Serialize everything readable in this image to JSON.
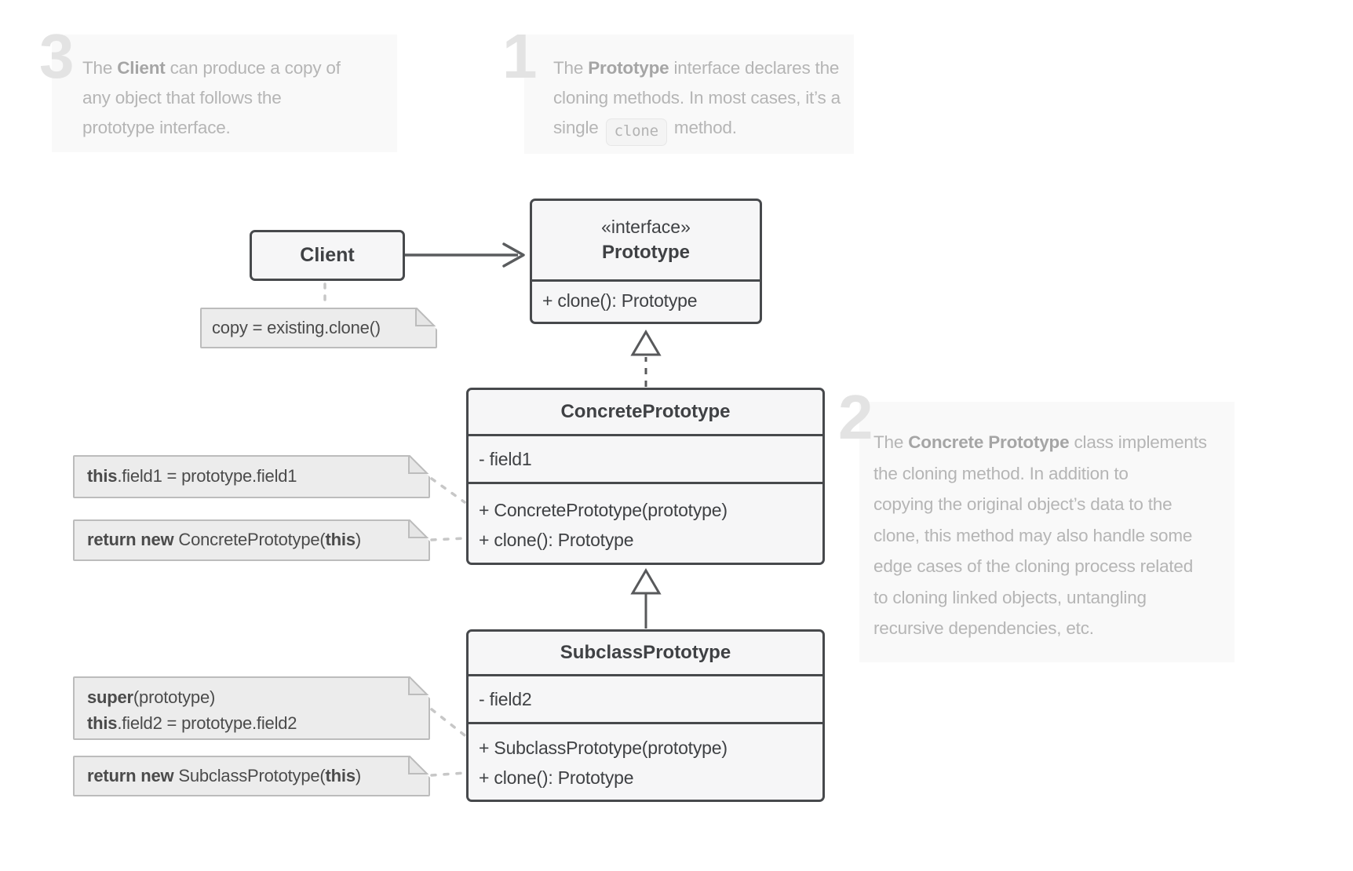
{
  "colors": {
    "page_bg": "#ffffff",
    "annotation_bg": "#f9f9f9",
    "annotation_number": "#e3e3e3",
    "annotation_text": "#b5b5b5",
    "annotation_bold_text": "#a5a5a5",
    "code_chip_bg": "#f4f4f4",
    "code_chip_border": "#e7e7e7",
    "class_border": "#47494c",
    "class_fill": "#f6f6f7",
    "class_text": "#3f4144",
    "note_fill": "#ececec",
    "note_border": "#bcbcbc",
    "note_text": "#4b4b4b",
    "note_connector": "#c7c7c7",
    "arrow": "#5a5c5e"
  },
  "annotations": {
    "a1": {
      "number": "1",
      "segments": [
        {
          "t": "The "
        },
        {
          "t": "Prototype",
          "b": true
        },
        {
          "t": " interface declares the"
        },
        {
          "br": true
        },
        {
          "t": "cloning methods. In most cases, it’s a"
        },
        {
          "br": true
        },
        {
          "t": "single "
        },
        {
          "t": "clone",
          "code": true
        },
        {
          "t": " method."
        }
      ]
    },
    "a2": {
      "number": "2",
      "segments": [
        {
          "t": "The "
        },
        {
          "t": "Concrete Prototype",
          "b": true
        },
        {
          "t": " class implements"
        },
        {
          "br": true
        },
        {
          "t": "the cloning method. In addition to"
        },
        {
          "br": true
        },
        {
          "t": "copying the original object’s data to the"
        },
        {
          "br": true
        },
        {
          "t": "clone, this method may also handle some"
        },
        {
          "br": true
        },
        {
          "t": "edge cases of the cloning process related"
        },
        {
          "br": true
        },
        {
          "t": "to cloning linked objects, untangling"
        },
        {
          "br": true
        },
        {
          "t": "recursive dependencies, etc."
        }
      ]
    },
    "a3": {
      "number": "3",
      "segments": [
        {
          "t": "The "
        },
        {
          "t": "Client",
          "b": true
        },
        {
          "t": " can produce a copy of"
        },
        {
          "br": true
        },
        {
          "t": "any object that follows the"
        },
        {
          "br": true
        },
        {
          "t": "prototype interface."
        }
      ]
    }
  },
  "classes": {
    "client": {
      "name": "Client"
    },
    "prototype": {
      "stereotype": "«interface»",
      "name": "Prototype",
      "methods": [
        "+ clone(): Prototype"
      ]
    },
    "concrete_prototype": {
      "name": "ConcretePrototype",
      "fields": [
        "- field1"
      ],
      "methods": [
        "+ ConcretePrototype(prototype)",
        "+ clone(): Prototype"
      ]
    },
    "subclass_prototype": {
      "name": "SubclassPrototype",
      "fields": [
        "- field2"
      ],
      "methods": [
        "+ SubclassPrototype(prototype)",
        "+ clone(): Prototype"
      ]
    }
  },
  "notes": {
    "client_call": {
      "segments": [
        {
          "t": "copy = existing.clone()"
        }
      ]
    },
    "concrete_constructor": {
      "segments": [
        {
          "t": "this",
          "b": true
        },
        {
          "t": ".field1 = prototype.field1"
        }
      ]
    },
    "concrete_clone": {
      "segments": [
        {
          "t": "return new",
          "b": true
        },
        {
          "t": " ConcretePrototype("
        },
        {
          "t": "this",
          "b": true
        },
        {
          "t": ")"
        }
      ]
    },
    "subclass_constructor": {
      "segments": [
        {
          "t": "super",
          "b": true
        },
        {
          "t": "(prototype)"
        },
        {
          "br": true
        },
        {
          "t": "this",
          "b": true
        },
        {
          "t": ".field2 = prototype.field2"
        }
      ]
    },
    "subclass_clone": {
      "segments": [
        {
          "t": "return new",
          "b": true
        },
        {
          "t": " SubclassPrototype("
        },
        {
          "t": "this",
          "b": true
        },
        {
          "t": ")"
        }
      ]
    }
  }
}
